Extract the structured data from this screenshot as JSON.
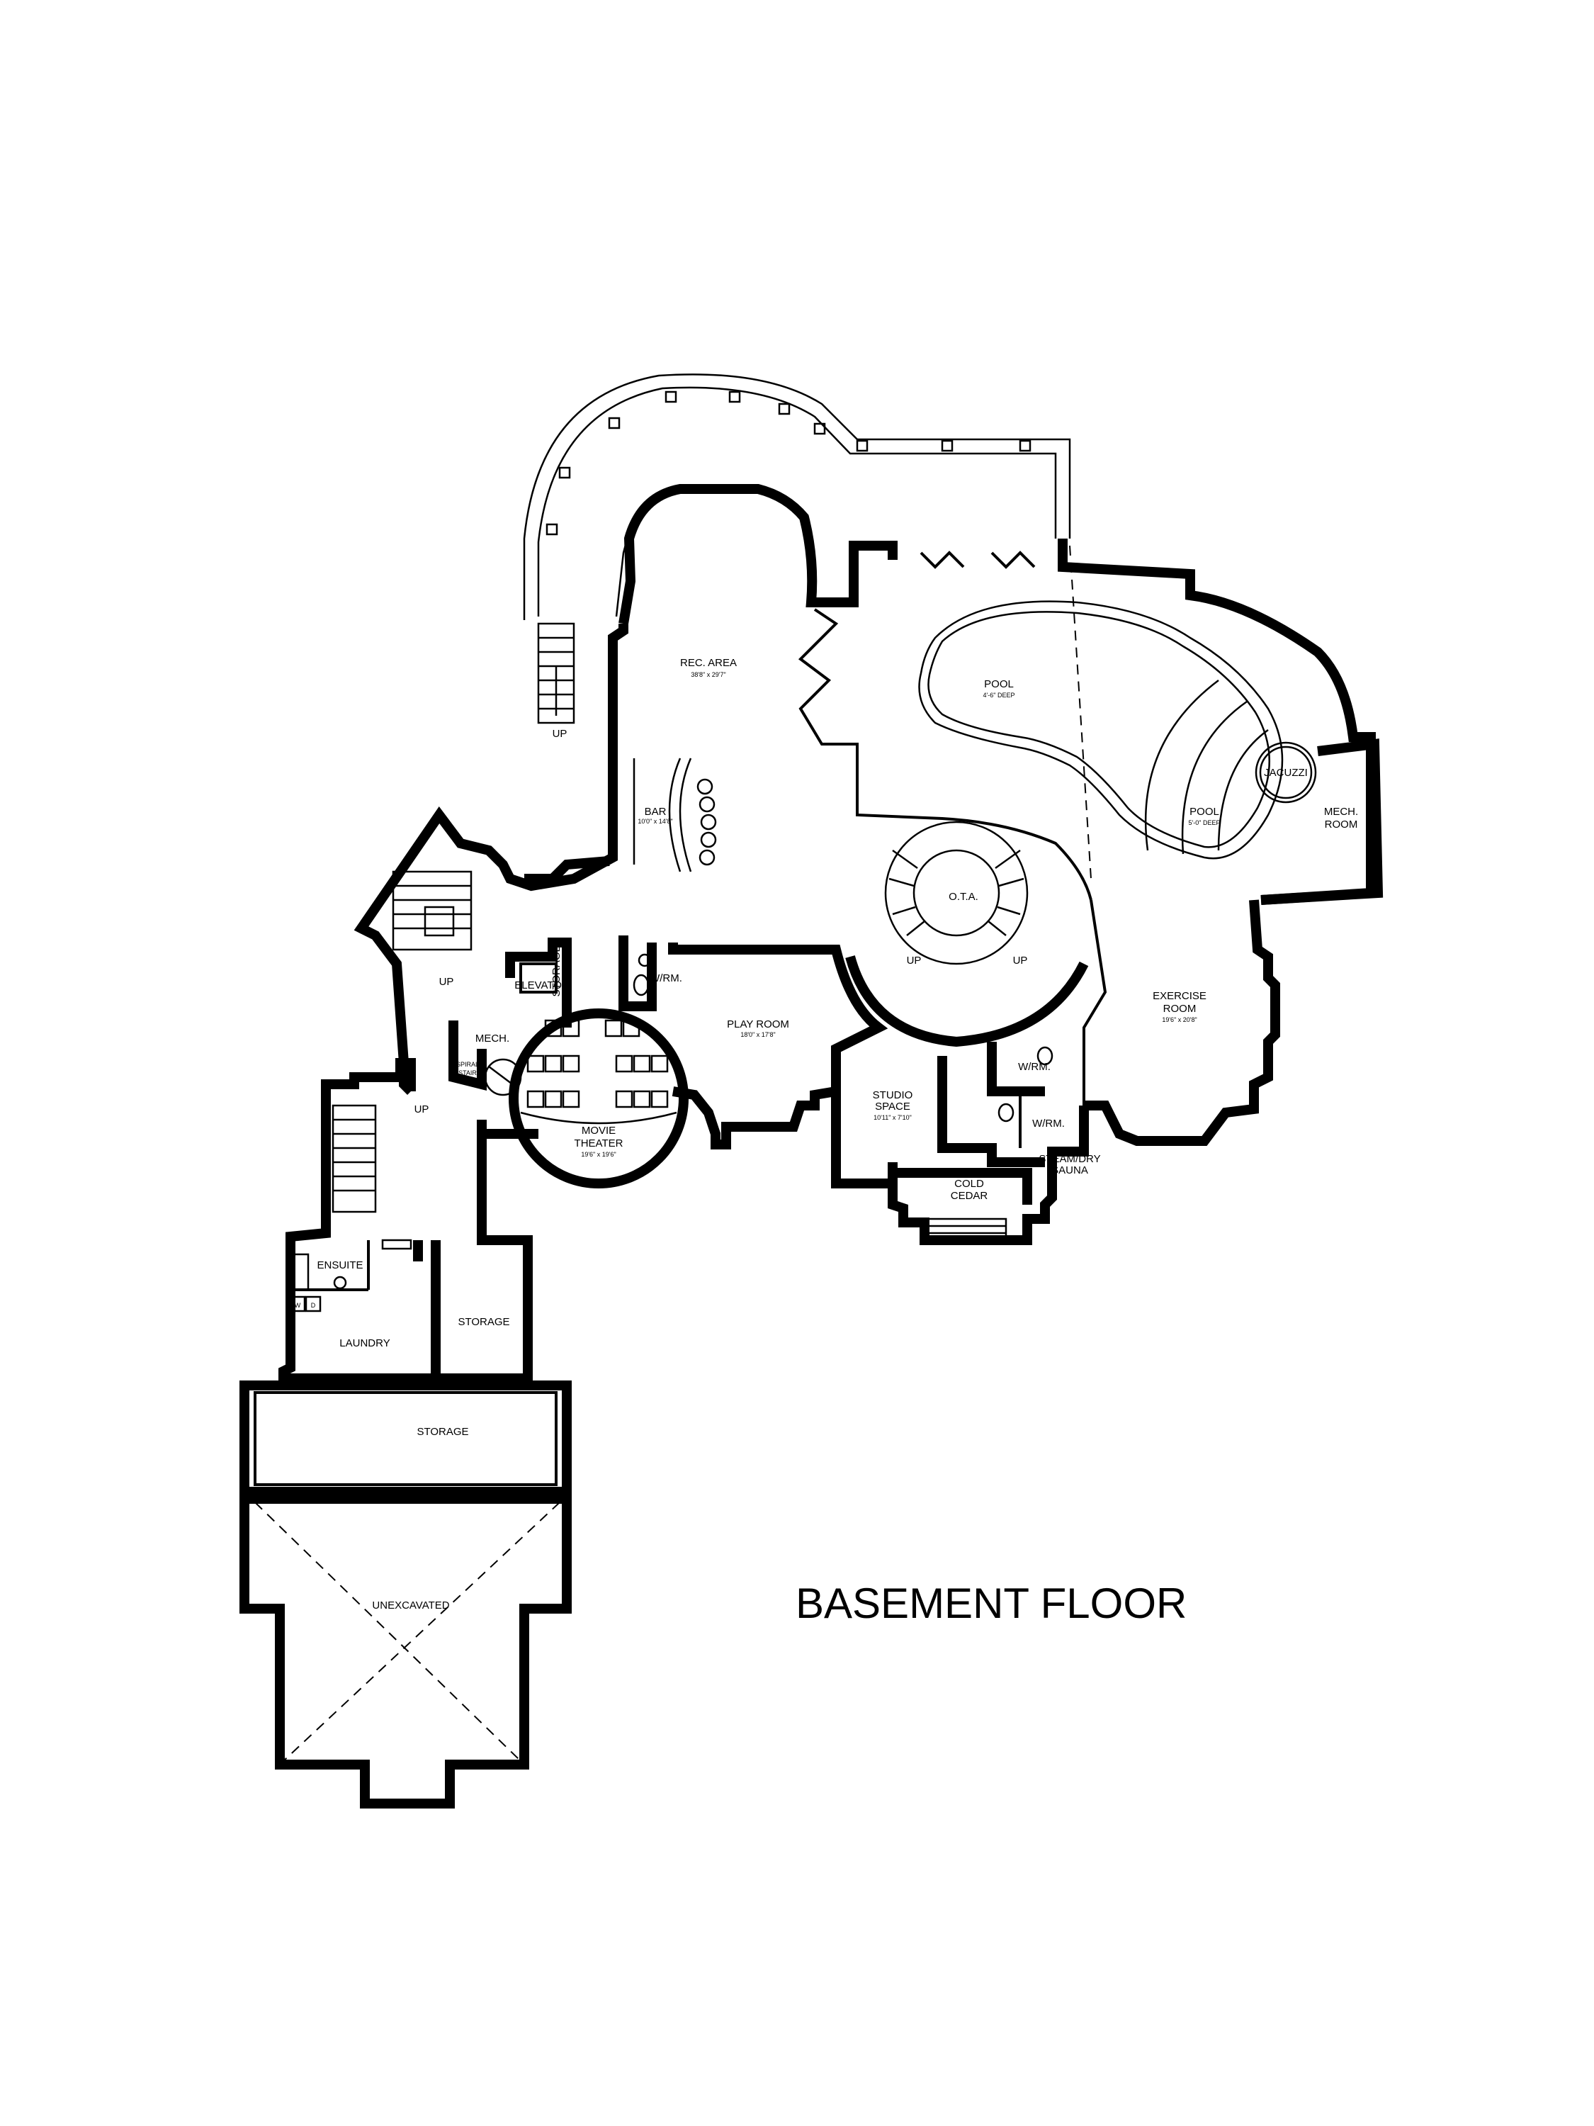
{
  "title": "BASEMENT FLOOR",
  "rooms": {
    "rec_area": {
      "name": "REC. AREA",
      "dim": "38'8\" x 29'7\""
    },
    "pool_shallow": {
      "name": "POOL",
      "depth": "4'-6\" DEEP"
    },
    "pool_deep": {
      "name": "POOL",
      "depth": "5'-0\" DEEP"
    },
    "jacuzzi": {
      "name": "JACUZZI"
    },
    "mech_room_right": {
      "line1": "MECH.",
      "line2": "ROOM"
    },
    "bar": {
      "name": "BAR",
      "dim": "10'0\" x 14'8\""
    },
    "ota": {
      "name": "O.T.A."
    },
    "play_room": {
      "name": "PLAY ROOM",
      "dim": "18'0\" x 17'8\""
    },
    "exercise_room": {
      "line1": "EXERCISE",
      "line2": "ROOM",
      "dim": "19'6\" x 20'8\""
    },
    "elevator": {
      "name": "ELEVATOR"
    },
    "storage_small": {
      "name": "STORAGE"
    },
    "wrm_top": {
      "name": "W/RM."
    },
    "mech_small": {
      "name": "MECH."
    },
    "spiral_stair": {
      "line1": "SPIRAL",
      "line2": "STAIR"
    },
    "movie_theater": {
      "line1": "MOVIE",
      "line2": "THEATER",
      "dim": "19'6\" x 19'6\""
    },
    "studio_space": {
      "line1": "STUDIO",
      "line2": "SPACE",
      "dim": "10'11\" x 7'10\""
    },
    "wrm_a": {
      "name": "W/RM."
    },
    "wrm_b": {
      "name": "W/RM."
    },
    "steam_sauna": {
      "line1": "STEAM/DRY",
      "line2": "SAUNA"
    },
    "cold_cedar": {
      "line1": "COLD",
      "line2": "CEDAR"
    },
    "ensuite": {
      "name": "ENSUITE"
    },
    "laundry": {
      "name": "LAUNDRY"
    },
    "storage_mid": {
      "name": "STORAGE"
    },
    "storage_wide": {
      "name": "STORAGE"
    },
    "unexcavated": {
      "name": "UNEXCAVATED"
    },
    "washer": {
      "name": "W"
    },
    "dryer": {
      "name": "D"
    }
  },
  "stairs": {
    "up_top_left": "UP",
    "up_ota_left": "UP",
    "up_ota_right": "UP",
    "up_west": "UP",
    "up_lower": "UP"
  }
}
